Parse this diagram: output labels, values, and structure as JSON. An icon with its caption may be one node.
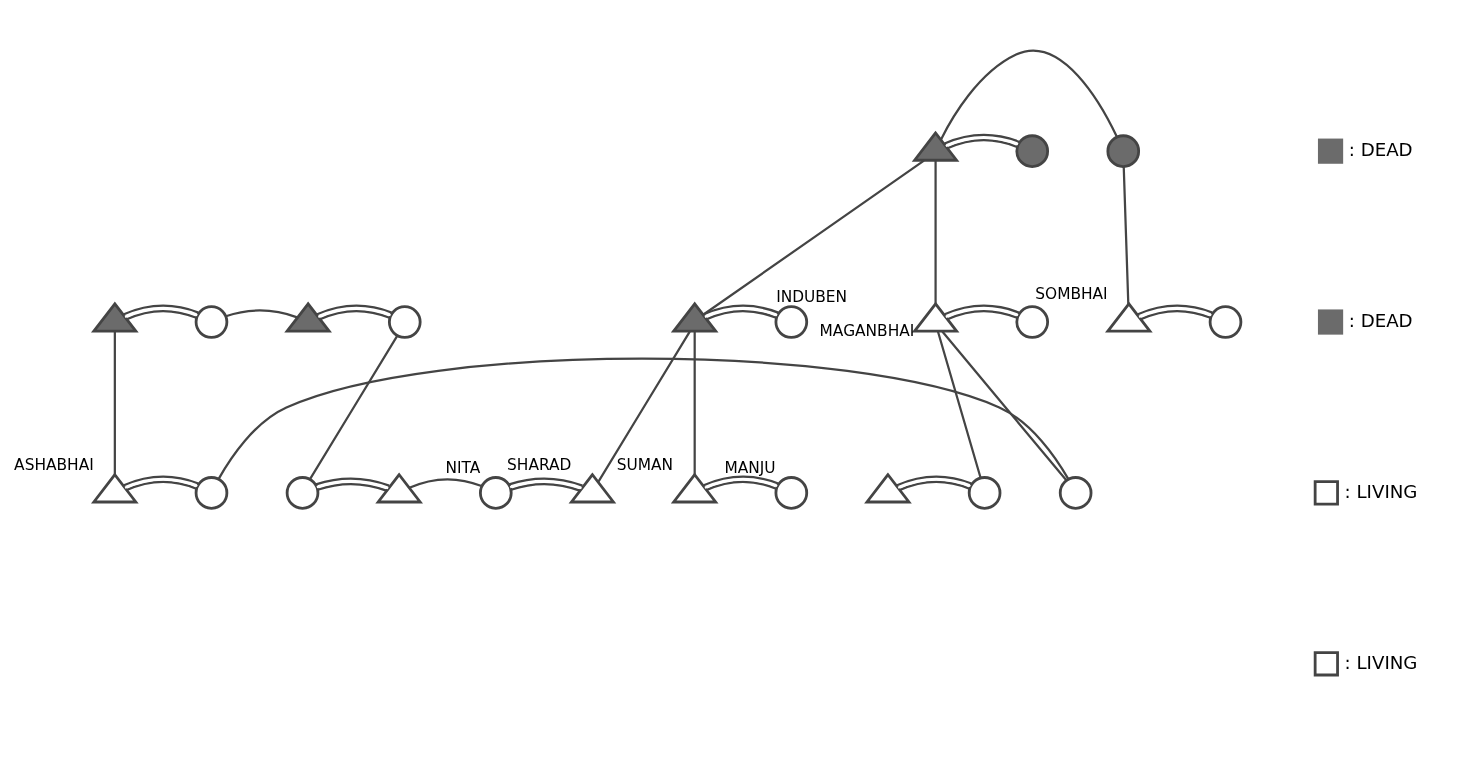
{
  "diagram": {
    "nodes": [
      {
        "text": [],
        "shape": "triangle"
      },
      {
        "text": [],
        "shape": "circle"
      },
      {
        "text": [],
        "shape": "circle"
      },
      {
        "text": [],
        "shape": "triangle"
      },
      {
        "text": [],
        "shape": "circle"
      },
      {
        "text": [],
        "shape": "triangle"
      },
      {
        "text": [],
        "shape": "circle"
      },
      {
        "text": [],
        "shape": "triangle"
      },
      {
        "text": [],
        "shape": "circle",
        "beside": [
          "INDUBEN"
        ]
      },
      {
        "text": [],
        "shape": "triangle",
        "beside": [
          "MAGANBHAI"
        ]
      },
      {
        "text": [],
        "shape": "circle"
      },
      {
        "text": [],
        "shape": "triangle",
        "beside": [
          "SOMBHAI"
        ]
      },
      {
        "text": [],
        "shape": "circle"
      },
      {
        "text": [],
        "shape": "triangle",
        "beside": [
          "ASHABHAI"
        ]
      },
      {
        "text": [],
        "shape": "circle"
      },
      {
        "text": [],
        "shape": "circle"
      },
      {
        "text": [],
        "shape": "triangle"
      },
      {
        "text": [],
        "shape": "circle",
        "beside": [
          "NITA"
        ]
      },
      {
        "text": [],
        "shape": "triangle",
        "beside": [
          "SHARAD"
        ]
      },
      {
        "text": [],
        "shape": "triangle",
        "beside": [
          "SUMAN"
        ]
      },
      {
        "text": [],
        "shape": "circle",
        "beside": [
          "MANJU"
        ]
      },
      {
        "text": [],
        "shape": "triangle"
      },
      {
        "text": [],
        "shape": "circle"
      },
      {
        "text": [],
        "shape": "circle"
      }
    ],
    "edges": [
      {
        "from": 0,
        "to": 2,
        "arrow": "none"
      },
      {
        "from": 0,
        "to": 1,
        "arrow": "none"
      },
      {
        "from": 0,
        "to": 7,
        "arrow": "none"
      },
      {
        "from": 0,
        "to": 9,
        "arrow": "none"
      },
      {
        "from": 2,
        "to": 11,
        "arrow": "none"
      },
      {
        "from": 4,
        "to": 5,
        "arrow": "none"
      },
      {
        "from": 3,
        "to": 4,
        "arrow": "none"
      },
      {
        "from": 5,
        "to": 6,
        "arrow": "none"
      },
      {
        "from": 7,
        "to": 8,
        "arrow": "none"
      },
      {
        "from": 9,
        "to": 10,
        "arrow": "none"
      },
      {
        "from": 11,
        "to": 12,
        "arrow": "none"
      },
      {
        "from": 3,
        "to": 13,
        "arrow": "none"
      },
      {
        "from": 6,
        "to": 15,
        "arrow": "none"
      },
      {
        "from": 16,
        "to": 17,
        "arrow": "none"
      },
      {
        "from": 7,
        "to": 18,
        "arrow": "none"
      },
      {
        "from": 7,
        "to": 19,
        "arrow": "none"
      },
      {
        "from": 9,
        "to": 22,
        "arrow": "none"
      },
      {
        "from": 9,
        "to": 23,
        "arrow": "none"
      },
      {
        "from": 13,
        "to": 14,
        "arrow": "none"
      },
      {
        "from": 15,
        "to": 16,
        "arrow": "none"
      },
      {
        "from": 17,
        "to": 18,
        "arrow": "none"
      },
      {
        "from": 19,
        "to": 20,
        "arrow": "none"
      },
      {
        "from": 21,
        "to": 22,
        "arrow": "none"
      },
      {
        "from": 14,
        "to": 23,
        "arrow": "none"
      }
    ],
    "legend": [
      {
        "text": ": DEAD",
        "color": "#6b6b6b"
      },
      {
        "text": ": DEAD",
        "color": "#6b6b6b"
      },
      {
        "text": ": LIVING"
      },
      {
        "text": ": LIVING"
      }
    ]
  }
}
